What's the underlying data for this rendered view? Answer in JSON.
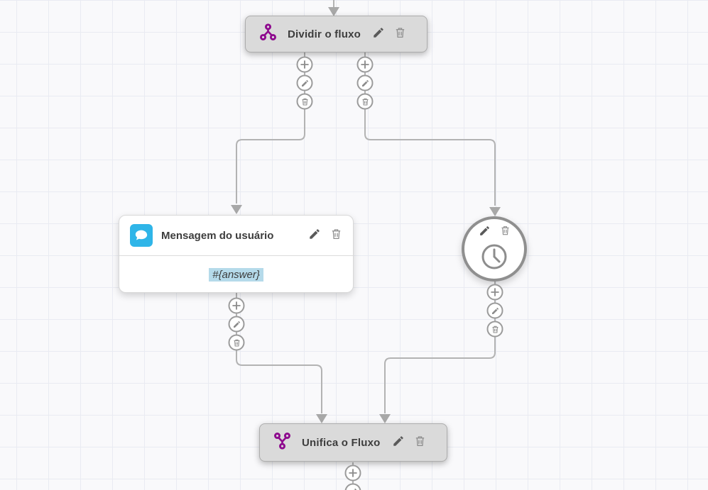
{
  "app": {
    "view": "flow-builder-canvas"
  },
  "colors": {
    "canvas_bg": "#f9f9fb",
    "grid_line": "#e9ebf2",
    "connector": "#b3b3b3",
    "arrowhead": "#a8a8a8",
    "node_gray_bg": "#dadada",
    "node_gray_border": "#adadad",
    "accent_purple": "#8e0b8e",
    "accent_blue": "#2fb5e8",
    "highlight_blue": "#b5daea"
  },
  "nodes": {
    "split": {
      "title": "Dividir o fluxo",
      "icon": "split-flow-icon"
    },
    "user_message": {
      "title": "Mensagem do usuário",
      "icon": "chat-bubble-icon",
      "content": "#{answer}"
    },
    "wait": {
      "icon": "clock-icon"
    },
    "merge": {
      "title": "Unifica o Fluxo",
      "icon": "merge-flow-icon"
    }
  },
  "connection_actions": {
    "add": "plus-icon",
    "edit": "pencil-icon",
    "delete": "trash-icon"
  }
}
